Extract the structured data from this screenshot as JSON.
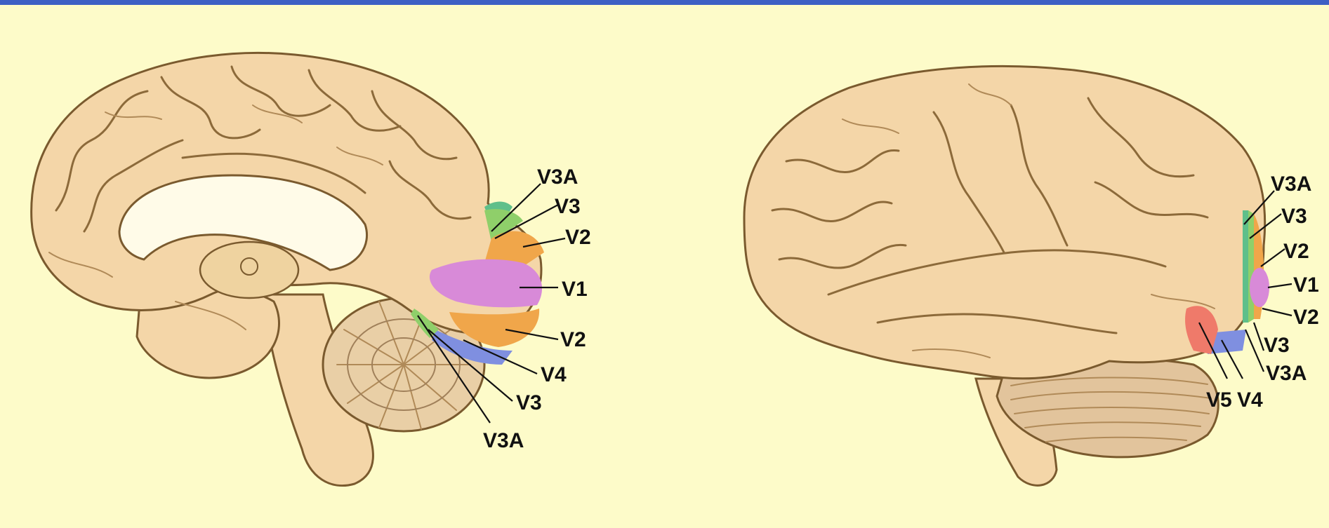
{
  "colors": {
    "background": "#fdfbc9",
    "top_bar": "#3d5fc4",
    "tissue": "#f4d6a8",
    "V1": "#d88ad8",
    "V2": "#f0a64a",
    "V3": "#8fcf6a",
    "V3A": "#5fbf8a",
    "V4": "#7f8fe0",
    "V5": "#ef7a6a"
  },
  "medial_view": {
    "labels": [
      "V3A",
      "V3",
      "V2",
      "V1",
      "V2",
      "V4",
      "V3",
      "V3A"
    ]
  },
  "lateral_view": {
    "labels": [
      "V3A",
      "V3",
      "V2",
      "V1",
      "V2",
      "V3",
      "V3A",
      "V5",
      "V4"
    ]
  }
}
